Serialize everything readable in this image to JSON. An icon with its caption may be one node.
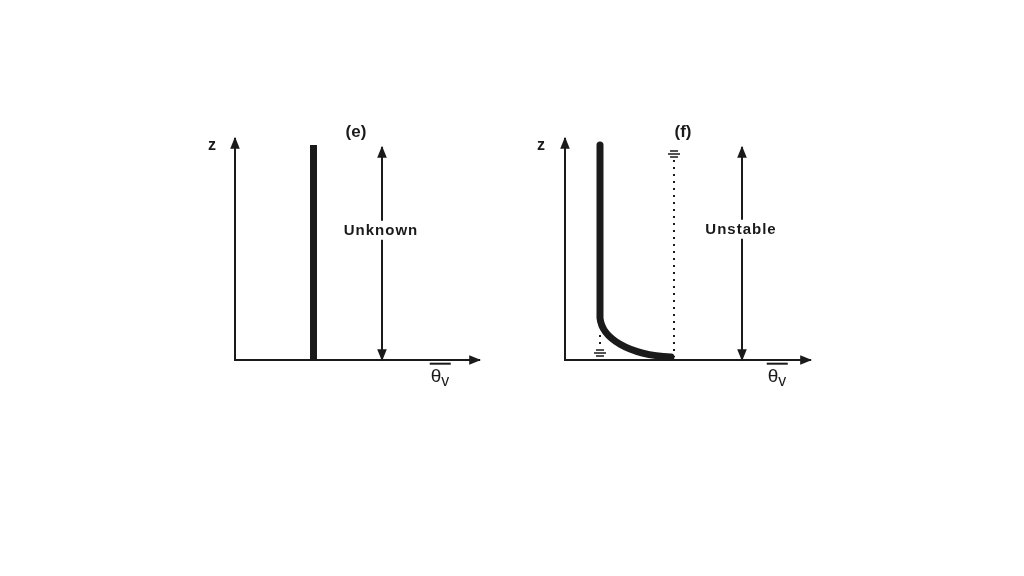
{
  "diagram": {
    "labels": [
      "(e)",
      "z",
      "Unknown",
      "θ$_{v}$",
      "(f)",
      "z",
      "Unstable",
      "θ$_{v}$"
    ]
  }
}
